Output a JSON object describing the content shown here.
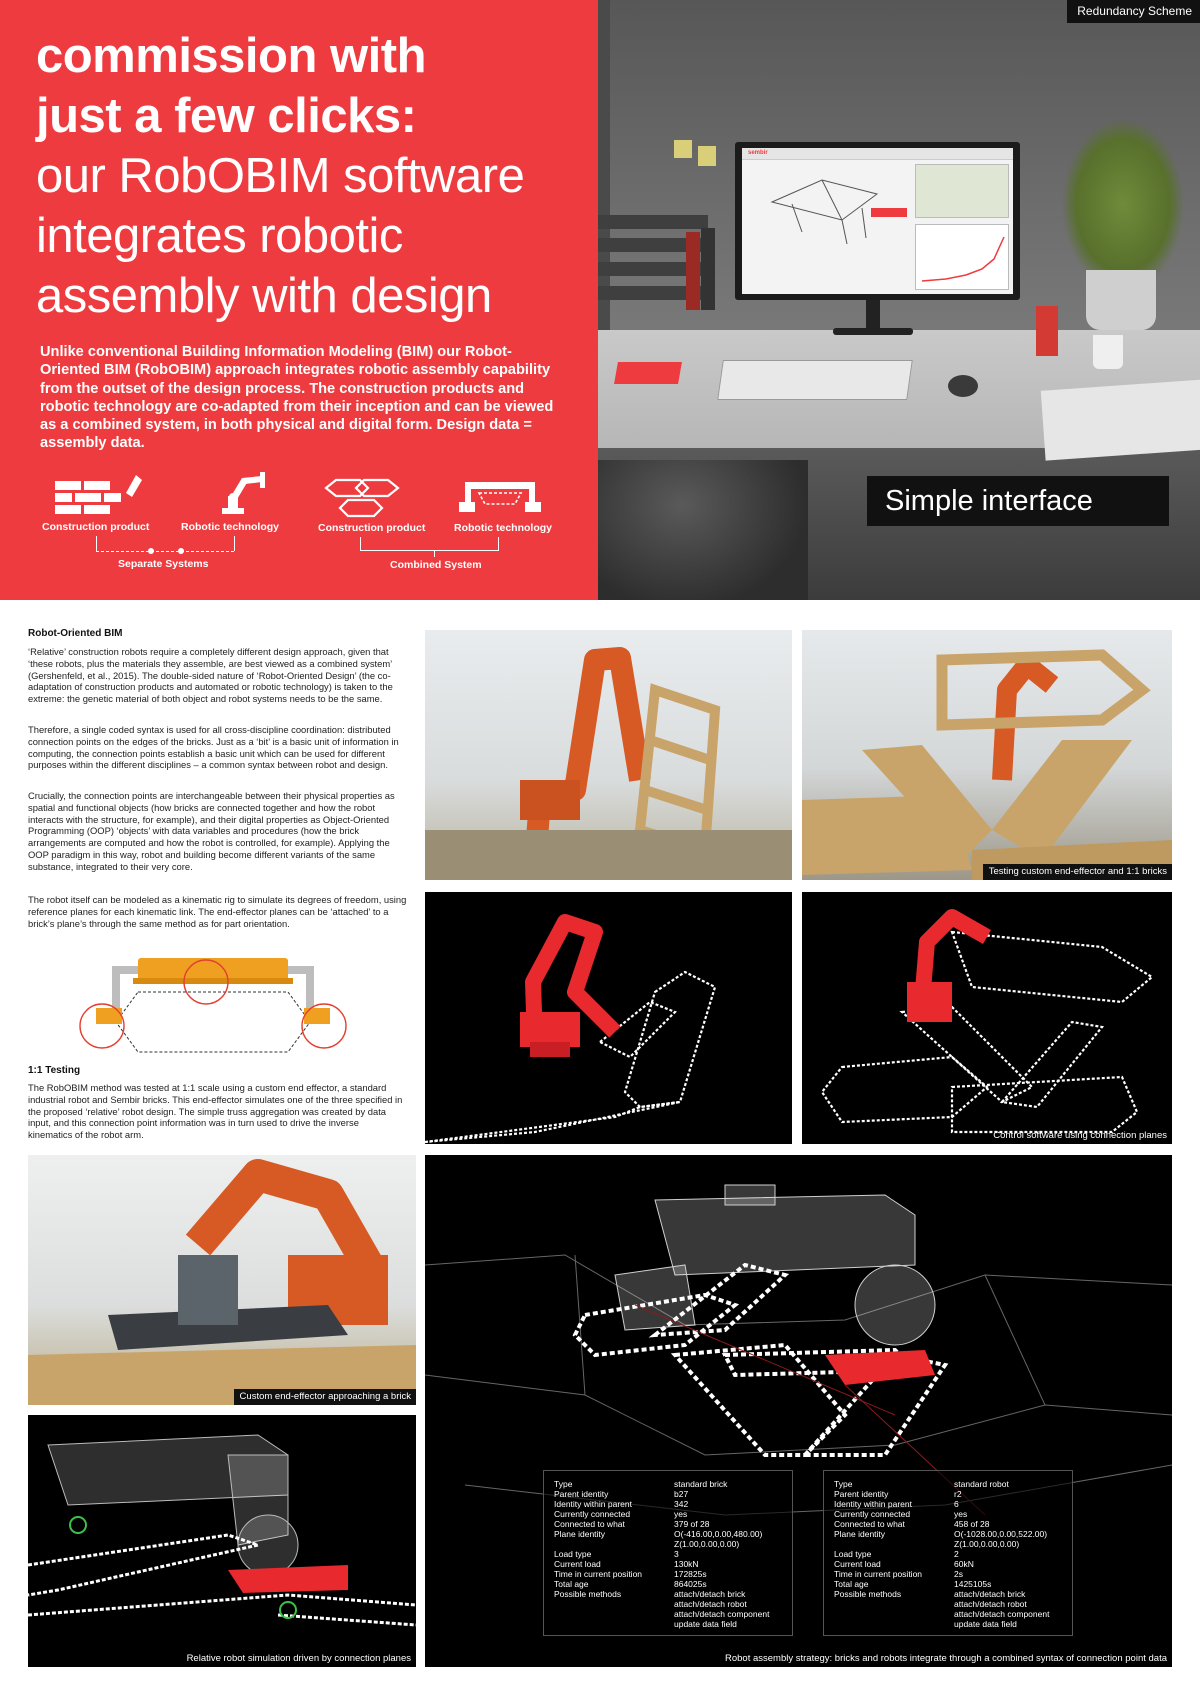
{
  "hero": {
    "title_bold_1": "commission with",
    "title_bold_2": "just a few clicks:",
    "title_light_1": "our RobOBIM software",
    "title_light_2": "integrates robotic",
    "title_light_3": "assembly with design",
    "body": "Unlike conventional Building Information Modeling (BIM) our Robot-Oriented BIM (RobOBIM) approach integrates robotic assembly capability from the outset of the design process. The construction products and robotic technology are co-adapted from their inception and can be viewed as a combined system, in both physical and digital form. Design data = assembly data.",
    "sep_product": "Construction product",
    "sep_robot": "Robotic technology",
    "sep_caption": "Separate Systems",
    "comb_product": "Construction product",
    "comb_robot": "Robotic technology",
    "comb_caption": "Combined System",
    "corner_tag": "Redundancy Scheme",
    "interface_tag": "Simple interface",
    "brand": "sembir"
  },
  "text": {
    "robot_bim_heading": "Robot-Oriented BIM",
    "robot_bim_p1": "‘Relative’ construction robots require a completely different design approach, given that ‘these robots, plus the materials they assemble, are best viewed as a combined system’ (Gershenfeld, et al., 2015). The double-sided nature of ‘Robot-Oriented Design’ (the co-adaptation of construction products and automated or robotic technology) is taken to the extreme: the genetic material of both object and robot systems needs to be the same.",
    "robot_bim_p2": "Therefore, a single coded syntax is used for all cross-discipline coordination: distributed connection points on the edges of the bricks. Just as a ‘bit’ is a basic unit of information in computing, the connection points establish a basic unit which can be used for different purposes within the different disciplines – a common syntax between robot and design.",
    "robot_bim_p3": "Crucially, the connection points are interchangeable between their physical properties as spatial and functional objects (how bricks are connected together and how the robot interacts with the structure, for example), and their digital properties as Object-Oriented Programming (OOP) ‘objects’ with data variables and procedures (how the brick arrangements are computed and how the robot is controlled, for example). Applying the OOP paradigm in this way, robot and building become different variants of the same substance, integrated to their very core.",
    "robot_bim_p4": "The robot itself can be modeled as a kinematic rig to simulate its degrees of freedom, using reference planes for each kinematic link. The end-effector planes can be ‘attached’ to a brick’s plane’s through the same method as for part orientation.",
    "testing_heading": "1:1 Testing",
    "testing_p1": "The RobOBIM method was tested at 1:1 scale using a custom end effector, a standard industrial robot and Sembir bricks. This end-effector simulates one of the three specified in the proposed ‘relative’ robot design. The simple truss aggregation was created by data input, and this connection point information was in turn used to drive the inverse kinematics of the robot arm."
  },
  "captions": {
    "photo_pair": "Testing custom end-effector and 1:1 bricks",
    "render_pair": "Control software using connection planes",
    "approach": "Custom end-effector approaching a brick",
    "simulation": "Relative robot simulation driven by connection planes",
    "strategy": "Robot assembly strategy: bricks and robots integrate through a combined syntax of connection point data"
  },
  "brick_panel": [
    {
      "k": "Type",
      "v": "standard brick"
    },
    {
      "k": "Parent identity",
      "v": "b27"
    },
    {
      "k": "Identity within parent",
      "v": "342"
    },
    {
      "k": "Currently connected",
      "v": "yes"
    },
    {
      "k": "Connected to what",
      "v": "379 of 28"
    },
    {
      "k": "Plane identity",
      "v": "O(-416.00,0.00,480.00)"
    },
    {
      "k": "",
      "v": "Z(1.00,0.00,0.00)"
    },
    {
      "k": "Load type",
      "v": "3"
    },
    {
      "k": "Current load",
      "v": "130kN"
    },
    {
      "k": "Time in current position",
      "v": "172825s"
    },
    {
      "k": "Total age",
      "v": "864025s"
    },
    {
      "k": "Possible methods",
      "v": "attach/detach brick"
    },
    {
      "k": "",
      "v": "attach/detach robot"
    },
    {
      "k": "",
      "v": "attach/detach component"
    },
    {
      "k": "",
      "v": "update data field"
    }
  ],
  "robot_panel": [
    {
      "k": "Type",
      "v": "standard robot"
    },
    {
      "k": "Parent identity",
      "v": "r2"
    },
    {
      "k": "Identity within parent",
      "v": "6"
    },
    {
      "k": "Currently connected",
      "v": "yes"
    },
    {
      "k": "Connected to what",
      "v": "458 of 28"
    },
    {
      "k": "Plane identity",
      "v": "O(-1028.00,0.00,522.00)"
    },
    {
      "k": "",
      "v": "Z(1.00,0.00,0.00)"
    },
    {
      "k": "Load type",
      "v": "2"
    },
    {
      "k": "Current load",
      "v": "60kN"
    },
    {
      "k": "Time in current position",
      "v": "2s"
    },
    {
      "k": "Total age",
      "v": "1425105s"
    },
    {
      "k": "Possible methods",
      "v": "attach/detach brick"
    },
    {
      "k": "",
      "v": "attach/detach robot"
    },
    {
      "k": "",
      "v": "attach/detach component"
    },
    {
      "k": "",
      "v": "update data field"
    }
  ],
  "colors": {
    "accent_red": "#ee3b3f",
    "robot_orange": "#e8622c",
    "timber": "#c9a46a",
    "ink": "#111111"
  }
}
